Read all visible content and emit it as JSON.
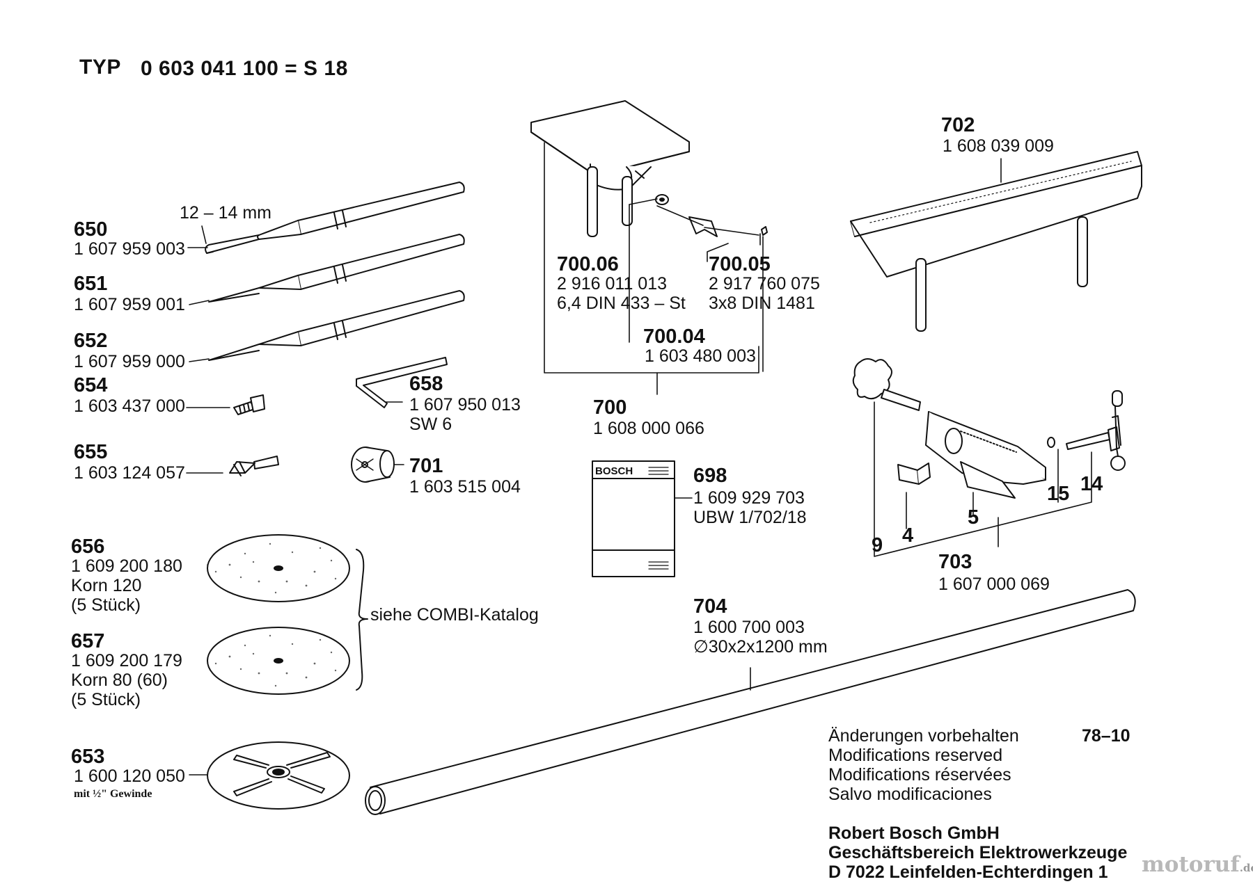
{
  "header": {
    "typ": "TYP",
    "model": "0 603 041 100 = S 18"
  },
  "parts": [
    {
      "ref": "650",
      "number": "1 607 959 003",
      "note": "12 – 14 mm"
    },
    {
      "ref": "651",
      "number": "1 607 959 001"
    },
    {
      "ref": "652",
      "number": "1 607 959 000"
    },
    {
      "ref": "654",
      "number": "1 603 437 000"
    },
    {
      "ref": "655",
      "number": "1 603 124 057"
    },
    {
      "ref": "658",
      "number": "1 607 950 013",
      "detail": "SW 6"
    },
    {
      "ref": "701",
      "number": "1 603 515 004"
    },
    {
      "ref": "656",
      "number": "1 609 200 180",
      "detail": "Korn 120",
      "detail2": "(5 Stück)"
    },
    {
      "ref": "657",
      "number": "1 609 200 179",
      "detail": "Korn 80 (60)",
      "detail2": "(5 Stück)"
    },
    {
      "ref": "653",
      "number": "1 600 120 050",
      "detail": "mit ½\" Gewinde"
    },
    {
      "ref": "700.06",
      "number": "2 916 011 013",
      "detail": "6,4 DIN 433 – St"
    },
    {
      "ref": "700.05",
      "number": "2 917 760 075",
      "detail": "3x8 DIN 1481"
    },
    {
      "ref": "700.04",
      "number": "1 603 480 003"
    },
    {
      "ref": "700",
      "number": "1 608 000 066"
    },
    {
      "ref": "702",
      "number": "1 608 039 009"
    },
    {
      "ref": "698",
      "number": "1 609 929 703",
      "detail": "UBW 1/702/18"
    },
    {
      "ref": "703",
      "number": "1 607 000 069"
    },
    {
      "ref": "704",
      "number": "1 600 700 003",
      "detail": "∅30x2x1200 mm"
    }
  ],
  "subparts": [
    "9",
    "4",
    "5",
    "15",
    "14"
  ],
  "combi_note": "siehe COMBI-Katalog",
  "manual_brand": "BOSCH",
  "footer": {
    "code": "78–10",
    "notes": [
      "Änderungen vorbehalten",
      "Modifications reserved",
      "Modifications réservées",
      "Salvo modificaciones"
    ],
    "company": [
      "Robert Bosch GmbH",
      "Geschäftsbereich Elektrowerkzeuge",
      "D 7022 Leinfelden-Echterdingen 1"
    ]
  },
  "watermark": {
    "name": "motoruf",
    "tld": ".de"
  }
}
